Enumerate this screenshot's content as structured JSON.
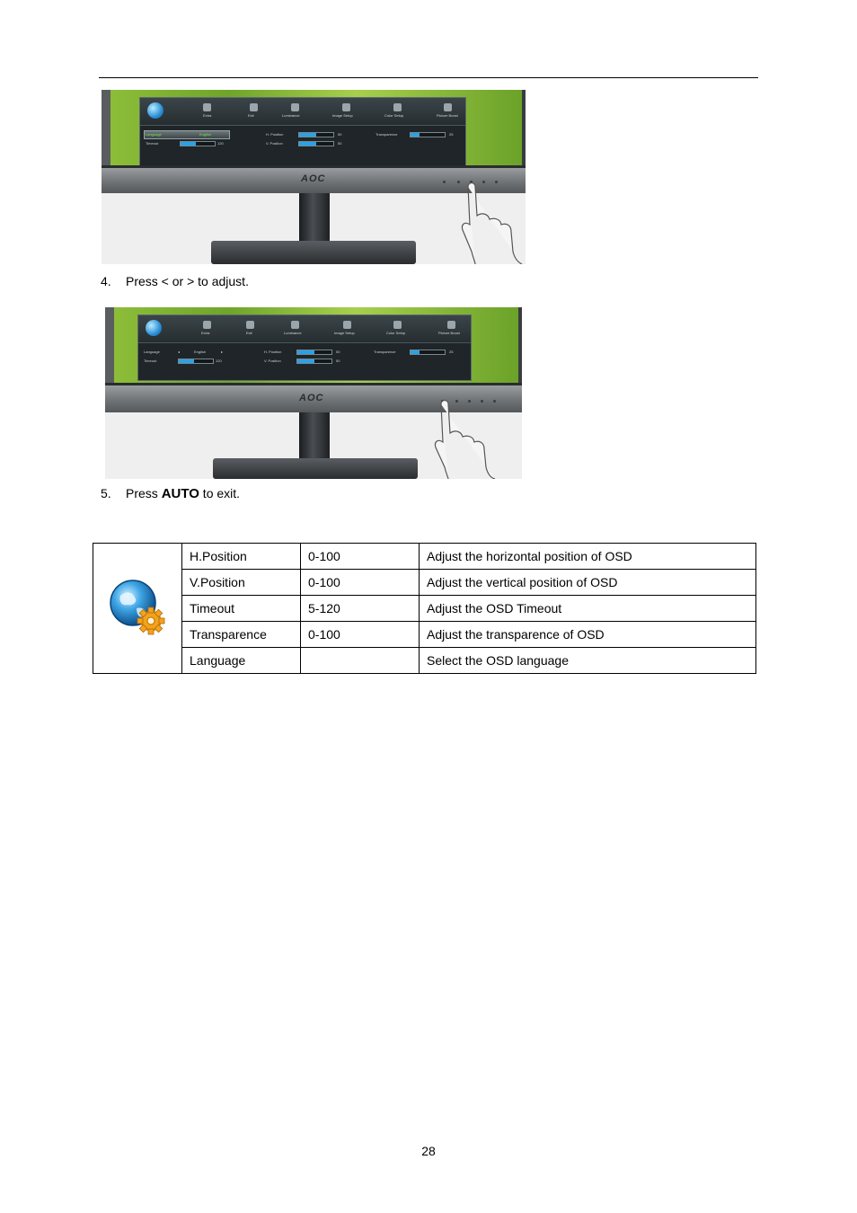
{
  "figure1": {
    "osd_tabs": [
      "Extra",
      "Exit",
      "Luminance",
      "Image Setup",
      "Color Setup",
      "Picture Boost"
    ],
    "rows_left": [
      {
        "label": "Language",
        "value": "English"
      },
      {
        "label": "Timeout",
        "value": "120"
      }
    ],
    "rows_mid": [
      {
        "label": "H. Position",
        "value": "50"
      },
      {
        "label": "V. Position",
        "value": "50"
      }
    ],
    "rows_right": [
      {
        "label": "Transparence",
        "value": "25"
      }
    ],
    "logo": "AOC"
  },
  "figure2": {
    "osd_tabs": [
      "Extra",
      "Exit",
      "Luminance",
      "Image Setup",
      "Color Setup",
      "Picture Boost"
    ],
    "rows_left": [
      {
        "label": "Language",
        "value": "English"
      },
      {
        "label": "Timeout",
        "value": "120"
      }
    ],
    "rows_mid": [
      {
        "label": "H. Position",
        "value": "50"
      },
      {
        "label": "V. Position",
        "value": "50"
      }
    ],
    "rows_right": [
      {
        "label": "Transparence",
        "value": "25"
      }
    ],
    "logo": "AOC"
  },
  "steps": [
    {
      "num": "4.",
      "text": "Press < or >    to adjust."
    },
    {
      "num": "5.",
      "pre": "Press ",
      "bold": "AUTO",
      "post": " to exit."
    }
  ],
  "table": {
    "rows": [
      {
        "name": "H.Position",
        "range": "0-100",
        "desc": "Adjust the horizontal position of OSD"
      },
      {
        "name": "V.Position",
        "range": "0-100",
        "desc": "Adjust the vertical position of OSD"
      },
      {
        "name": "Timeout",
        "range": "5-120",
        "desc": "Adjust the OSD Timeout"
      },
      {
        "name": "Transparence",
        "range": "0-100",
        "desc": "Adjust the transparence of OSD"
      },
      {
        "name": "Language",
        "range": "",
        "desc": "Select the OSD language"
      }
    ]
  },
  "page_number": "28"
}
